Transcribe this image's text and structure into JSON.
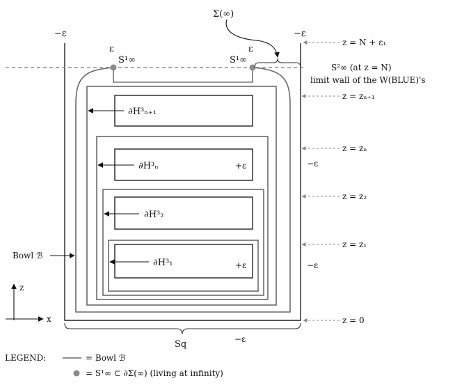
{
  "labels": {
    "sigma_inf": "Σ(∞)",
    "neg_eps_left": "−ε",
    "neg_eps_right": "−ε",
    "eps_left": "ε",
    "eps_right": "ε",
    "s1_left": "S¹∞",
    "s1_right": "S¹∞",
    "s2_inf": "S²∞ (at z = N)",
    "limit_wall": "limit wall of the W(BLUE)'s",
    "z_top": "z = N + ε₁",
    "z_n1": "z = zₙ₊₁",
    "z_n": "z = zₙ",
    "z_2": "z = z₂",
    "z_1": "z = z₁",
    "z_0": "z = 0",
    "neg_eps_side1": "−ε",
    "neg_eps_side2": "−ε",
    "neg_eps_bottom": "−ε",
    "plus_eps_n": "+ε",
    "plus_eps_1": "+ε",
    "dH_n1": "∂H³ₙ₊₁",
    "dH_n": "∂H³ₙ",
    "dH_2": "∂H³₂",
    "dH_1": "∂H³₁",
    "bowl": "Bowl ℬ",
    "sq": "Sq",
    "axis_z": "z",
    "axis_x": "x"
  },
  "legend": {
    "title": "LEGEND:",
    "line_entry": "= Bowl ℬ",
    "dot_entry": "= S¹∞ ⊂ ∂Σ(∞) (living at infinity)"
  },
  "colors": {
    "ink": "#111111",
    "bowl": "#6a6a6a",
    "dashed": "#777777",
    "dot": "#8a8a8a"
  }
}
